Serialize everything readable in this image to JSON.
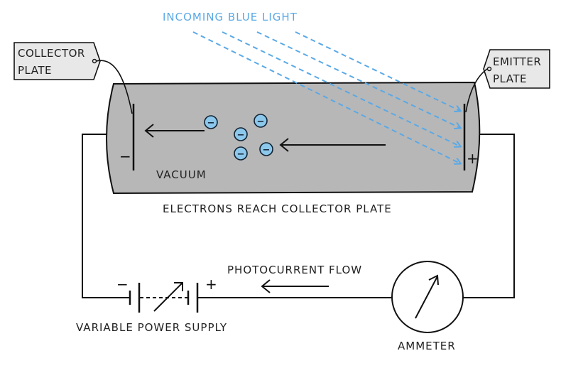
{
  "labels": {
    "incoming_light": "INCOMING BLUE LIGHT",
    "collector_tag": [
      "COLLECTOR",
      "PLATE"
    ],
    "emitter_tag": [
      "EMITTER",
      "PLATE"
    ],
    "vacuum": "VACUUM",
    "electrons_reach": "ELECTRONS REACH COLLECTOR PLATE",
    "photocurrent_flow": "PHOTOCURRENT FLOW",
    "variable_power_supply": "VARIABLE POWER SUPPLY",
    "ammeter": "AMMETER"
  },
  "signs": {
    "collector_minus": "−",
    "emitter_plus": "+",
    "battery_minus": "−",
    "battery_plus": "+"
  },
  "electron_symbol": "−",
  "electron_count": 5,
  "light_ray_count": 4,
  "colors": {
    "light": "#5aa9e6",
    "electron_fill": "#8cc8ec",
    "tube_fill": "#b7b7b7",
    "tag_fill": "#e8e8e8",
    "line": "#111111"
  }
}
